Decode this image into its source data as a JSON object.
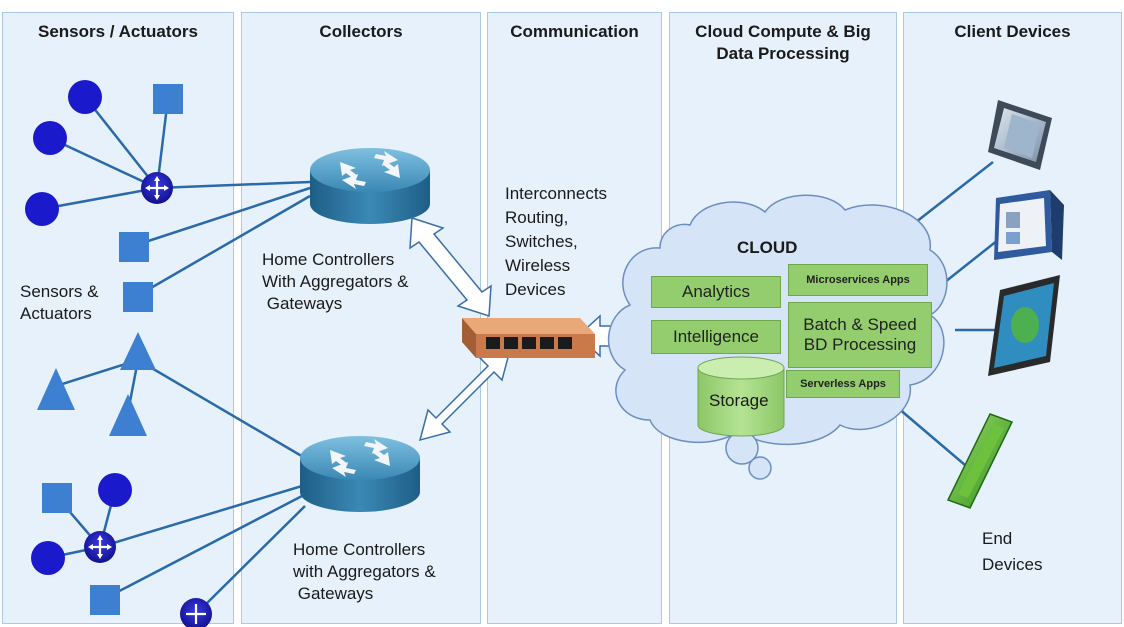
{
  "columns": [
    {
      "key": "sensors",
      "title": "Sensors / Actuators"
    },
    {
      "key": "collectors",
      "title": "Collectors"
    },
    {
      "key": "communication",
      "title": "Communication"
    },
    {
      "key": "cloud",
      "title": "Cloud Compute & Big Data Processing"
    },
    {
      "key": "clients",
      "title": "Client Devices"
    }
  ],
  "labels": {
    "sensors_actuators": [
      "Sensors &",
      "Actuators"
    ],
    "home_controllers_top": [
      "Home Controllers",
      "With Aggregators &",
      " Gateways"
    ],
    "home_controllers_bottom": [
      "Home Controllers",
      "with Aggregators &",
      " Gateways"
    ],
    "interconnects": [
      "Interconnects",
      "Routing,",
      "Switches,",
      "Wireless",
      "Devices"
    ],
    "cloud": "CLOUD",
    "end_devices": [
      "End",
      "Devices"
    ]
  },
  "cloud_boxes": {
    "analytics": "Analytics",
    "intelligence": "Intelligence",
    "microservices": "Microservices Apps",
    "batch": [
      "Batch & Speed",
      "BD Processing"
    ],
    "storage": "Storage",
    "serverless": "Serverless Apps"
  },
  "colors": {
    "column_bg": "#e6f1fb",
    "column_border": "#a9c9e8",
    "sensor_blue": "#1a1acc",
    "triangle_blue": "#3d7fd0",
    "router_blue": "#2f7aa3",
    "green_box": "#93cd6e",
    "cloud_fill": "#d5e4f7",
    "switch_orange": "#d98f5b",
    "arrow_fill": "#ffffff",
    "link_line": "#2a6aa8"
  },
  "icons": [
    "sensor-circle-icon",
    "actuator-square-icon",
    "hub-icon",
    "triangle-sensor-icon",
    "router-icon",
    "switch-icon",
    "double-arrow-icon",
    "cloud-icon",
    "storage-cylinder-icon",
    "tablet-icon",
    "handheld-device-icon"
  ]
}
